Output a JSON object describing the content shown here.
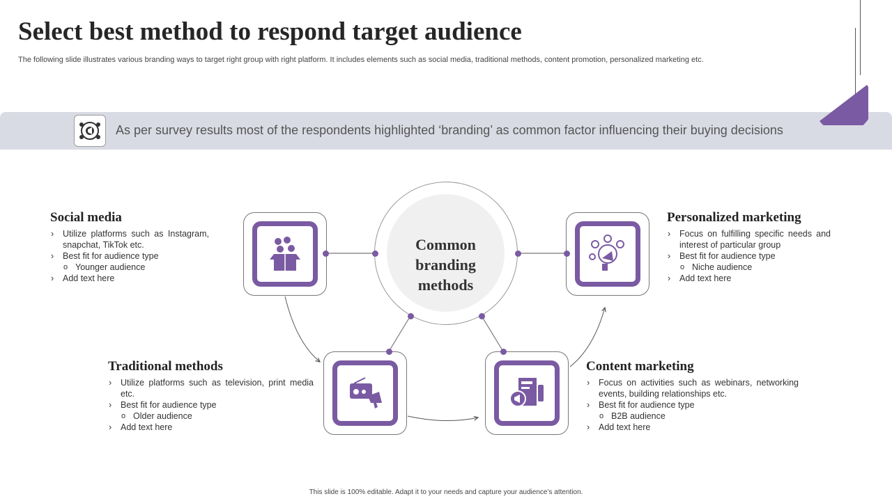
{
  "header": {
    "title": "Select best method to respond target audience",
    "subtitle": "The following slide illustrates various branding ways to target right group with right platform. It includes elements such as social media, traditional methods, content promotion, personalized marketing etc."
  },
  "banner": {
    "icon": "megaphone-network-icon",
    "text": "As per survey results most of the respondents highlighted ‘branding’ as common factor influencing their buying decisions"
  },
  "center": {
    "label_lines": [
      "Common",
      "branding",
      "methods"
    ]
  },
  "methods": {
    "social_media": {
      "title": "Social media",
      "icon": "social-media-box-icon",
      "bullets": [
        "Utilize platforms such as Instagram, snapchat, TikTok etc.",
        "Best fit for audience type",
        "Younger audience",
        "Add text here"
      ]
    },
    "traditional": {
      "title": "Traditional methods",
      "icon": "radio-megaphone-icon",
      "bullets": [
        "Utilize platforms such as television, print media etc.",
        "Best fit for audience type",
        "Older audience",
        "Add text here"
      ]
    },
    "content": {
      "title": "Content marketing",
      "icon": "content-promotion-icon",
      "bullets": [
        "Focus on activities such as webinars, networking events, building relationships etc.",
        "Best fit for audience type",
        "B2B audience",
        "Add text here"
      ]
    },
    "personalized": {
      "title": "Personalized marketing",
      "icon": "targeted-audience-icon",
      "bullets": [
        "Focus on fulfilling specific needs and interest of particular group",
        "Best fit for audience type",
        "Niche audience",
        "Add text here"
      ]
    }
  },
  "colors": {
    "accent": "#7a5aa2",
    "banner_bg": "#d9dbe4",
    "center_inner": "#f0f0f0"
  },
  "footer": {
    "text": "This slide is 100% editable. Adapt it to your needs and capture your audience’s attention."
  }
}
